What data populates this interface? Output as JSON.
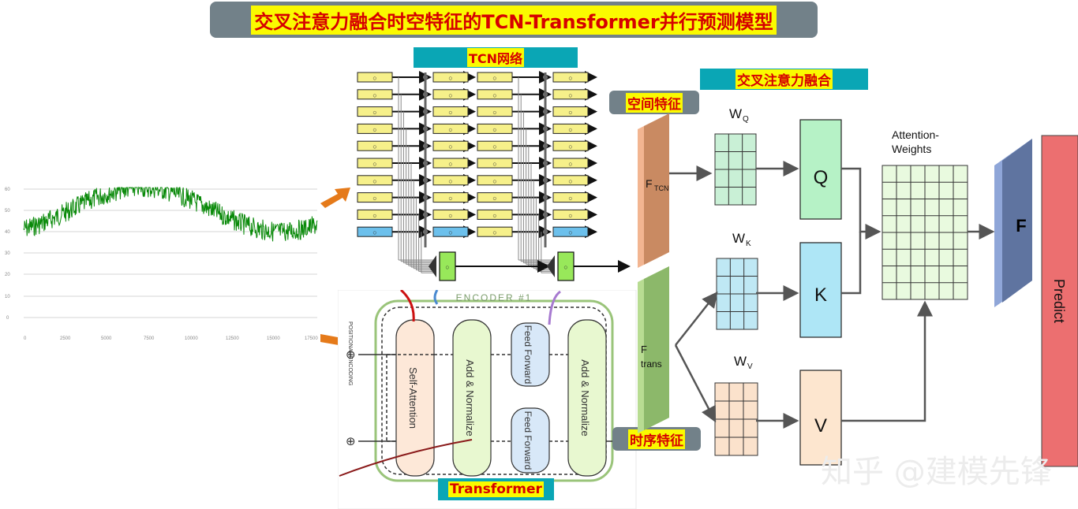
{
  "title": "交叉注意力融合时空特征的TCN-Transformer并行预测模型",
  "tcn": {
    "label": "TCN网络",
    "node_symbol": "○"
  },
  "spatial_label": "空间特征",
  "temporal_label": "时序特征",
  "fusion_label": "交叉注意力融合",
  "transformer": {
    "label": "Transformer",
    "encoder_label": "ENCODER #1",
    "positional_encoding": "POSITIONAL ENCODING",
    "self_attention": "Self-Attention",
    "add_normalize_1": "Add & Normalize",
    "feed_forward_1": "Feed Forward",
    "feed_forward_2": "Feed Forward",
    "add_normalize_2": "Add & Normalize",
    "plus_symbol": "⊕"
  },
  "features": {
    "f_tcn_main": "F",
    "f_tcn_sub": "TCN",
    "f_trans_main": "F",
    "f_trans_sub": "trans"
  },
  "weights": {
    "wq_main": "W",
    "wq_sub": "Q",
    "wk_main": "W",
    "wk_sub": "K",
    "wv_main": "W",
    "wv_sub": "V"
  },
  "qkv": {
    "q": "Q",
    "k": "K",
    "v": "V"
  },
  "attention_weights_line1": "Attention-",
  "attention_weights_line2": "Weights",
  "fused_feature": "F",
  "predict": "Predict",
  "watermark": "知乎 @建模先锋",
  "colors": {
    "title_bg": "#728189",
    "highlight_yellow": "#fafa00",
    "label_red": "#d60000",
    "label_cyan": "#0aa6b5",
    "series_green": "#0a8a0a",
    "f_tcn": "#e8a47e",
    "f_trans": "#9cc47a",
    "w_q": "#c9f0d6",
    "w_k": "#bfe8f4",
    "w_v": "#fbe2cc",
    "q_box": "#b6f2c6",
    "k_box": "#aee6f6",
    "v_box": "#fde6cf",
    "attention_grid": "#e9fadf",
    "fused_f": "#6d83ad",
    "predict": "#ec6f70"
  }
}
